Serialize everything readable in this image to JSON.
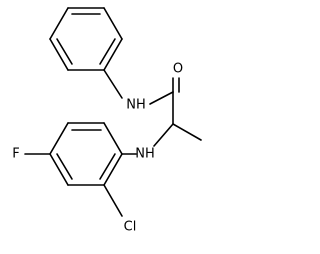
{
  "molecule": {
    "atoms": {
      "oxygen": "O",
      "amide_nitrogen": "NH",
      "amine_nitrogen": "NH",
      "fluorine": "F",
      "chlorine": "Cl"
    }
  },
  "colors": {
    "bond": "#000000",
    "background": "#ffffff"
  }
}
